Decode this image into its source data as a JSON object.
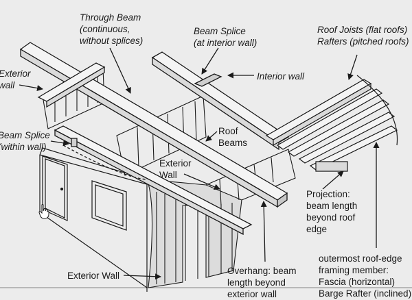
{
  "labels": {
    "through_beam": [
      "Through Beam",
      "(continuous,",
      "without splices)"
    ],
    "beam_splice_interior": [
      "Beam Splice",
      "(at interior wall)"
    ],
    "roof_joists": [
      "Roof Joists (flat roofs)",
      "Rafters (pitched roofs)"
    ],
    "exterior_wall_left": [
      "Exterior",
      "wall"
    ],
    "interior_wall": [
      "Interior wall"
    ],
    "roof_beams": [
      "Roof",
      "Beams"
    ],
    "beam_splice_within": [
      "Beam Splice",
      "(within wall)"
    ],
    "exterior_wall_center": [
      "Exterior",
      "Wall"
    ],
    "projection": [
      "Projection:",
      "beam length",
      "beyond roof",
      "edge"
    ],
    "outermost_member": [
      "outermost roof-edge",
      "framing member:",
      "Fascia (horizontal)",
      "Barge Rafter (inclined)"
    ],
    "overhang": [
      "Overhang: beam",
      "length beyond",
      "exterior wall"
    ],
    "exterior_wall_bottom": [
      "Exterior Wall"
    ]
  },
  "colors": {
    "paper": "#ececec",
    "ink": "#1a1a1a",
    "wall_shade": "#d2d2d2"
  },
  "icons": {
    "cursor": "hand-pointer-icon"
  }
}
